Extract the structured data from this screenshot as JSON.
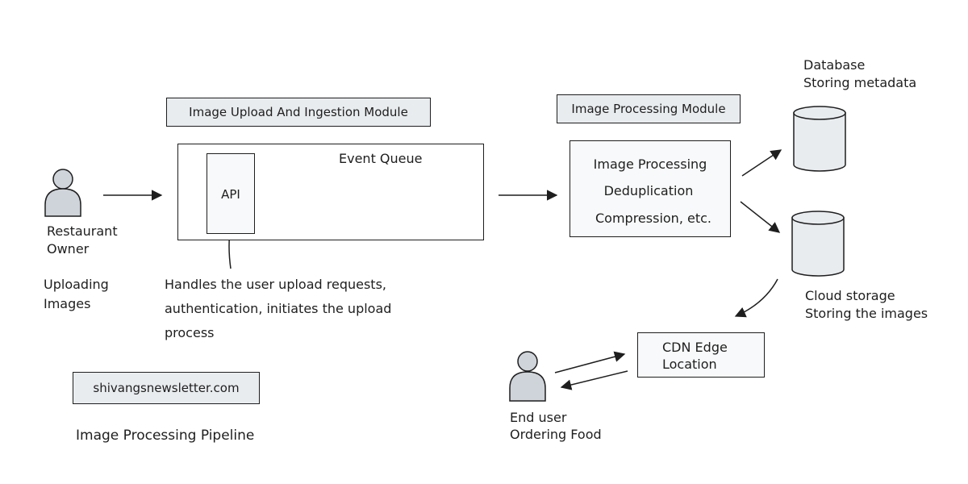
{
  "actors": {
    "restaurant_owner": {
      "name": [
        "Restaurant",
        "Owner"
      ],
      "action": [
        "Uploading",
        "Images"
      ]
    },
    "end_user": {
      "name": [
        "End user",
        "Ordering Food"
      ]
    }
  },
  "modules": {
    "ingestion": {
      "title": "Image Upload And Ingestion Module",
      "api_label": "API",
      "queue_label": "Event Queue",
      "api_note": [
        "Handles the user upload requests,",
        "authentication, initiates the upload",
        "process"
      ]
    },
    "processing": {
      "title": "Image Processing Module",
      "steps": [
        "Image Processing",
        "Deduplication",
        "Compression, etc."
      ]
    }
  },
  "storage": {
    "database": [
      "Database",
      "Storing metadata"
    ],
    "cloud": [
      "Cloud storage",
      "Storing the images"
    ]
  },
  "cdn": {
    "label": [
      "CDN Edge",
      "Location"
    ]
  },
  "footer": {
    "site": "shivangsnewsletter.com",
    "caption": "Image Processing Pipeline"
  },
  "colors": {
    "stroke": "#1e1e1e",
    "actor_fill": "#ced4da",
    "label_fill": "#e9ecef"
  }
}
